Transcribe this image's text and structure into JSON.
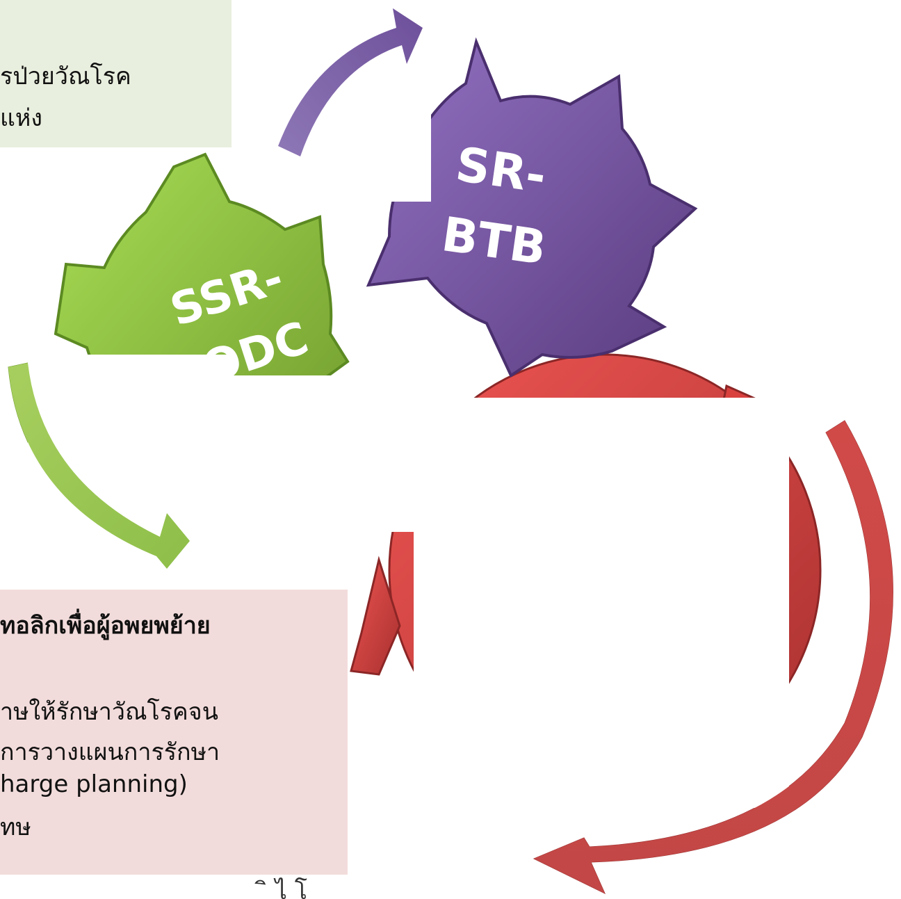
{
  "colors": {
    "green": "#8cc63f",
    "green_dark": "#6f9a2c",
    "purple": "#7a55a8",
    "purple_dark": "#5a3c80",
    "red": "#d9413f",
    "red_dark": "#a8302f",
    "green_box_bg": "#e9efde",
    "pink_box_bg": "#f2dcdb"
  },
  "gears": {
    "green": {
      "label_line1": "SSR-",
      "label_line2": "ODC"
    },
    "purple": {
      "label_line1": "SR-",
      "label_line2": "BTB"
    }
  },
  "top_box": {
    "line1": "รป่วยวัณโรค",
    "line2": "แห่ง"
  },
  "bottom_box": {
    "line1": "ทอลิกเพื่อผู้อพยพย้าย",
    "line2": "าษให้รักษาวัณโรคจน",
    "line3": "การวางแผนการรักษา",
    "line4": "harge planning)",
    "line5": "ทษ"
  },
  "bottom_fragment": "ิ ไ โ"
}
